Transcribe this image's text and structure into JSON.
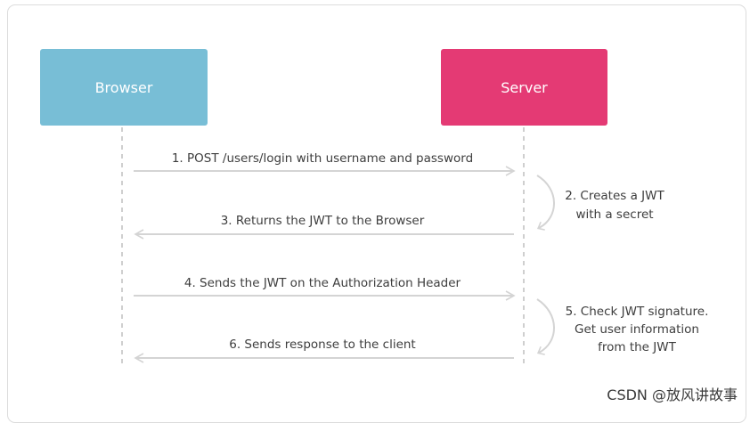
{
  "actors": {
    "browser": "Browser",
    "server": "Server"
  },
  "messages": [
    {
      "text": "1. POST /users/login with username and password"
    },
    {
      "text": "3. Returns the JWT to the Browser"
    },
    {
      "text": "4. Sends the JWT on the Authorization Header"
    },
    {
      "text": "6. Sends response to the client"
    }
  ],
  "notes": [
    {
      "lines": [
        "2. Creates a JWT",
        "with a secret"
      ]
    },
    {
      "lines": [
        "5. Check JWT signature.",
        "Get user information",
        "from the JWT"
      ]
    }
  ],
  "watermark": "CSDN @放风讲故事",
  "colors": {
    "browser": "#78bed6",
    "server": "#e43a74",
    "arrow": "#d4d4d4",
    "lifeline": "#cfcfcf"
  }
}
